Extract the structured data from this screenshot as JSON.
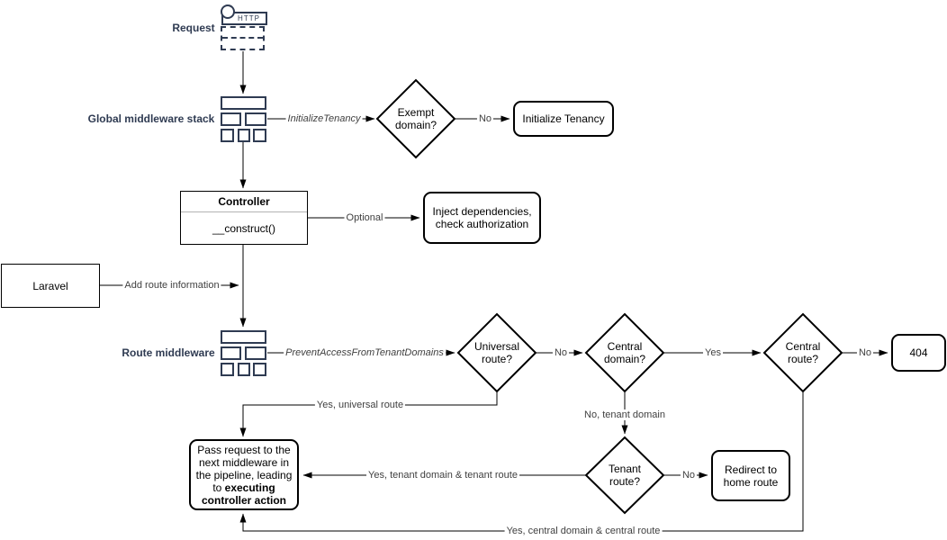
{
  "colors": {
    "navy": "#2F3B52",
    "node_text": "#000000",
    "edge_text": "#404040",
    "divider": "#B3B3B3",
    "line": "#000000"
  },
  "nodes": {
    "request": {
      "label": "Request",
      "icon_text": "HTTP"
    },
    "global_middleware": {
      "label": "Global middleware stack"
    },
    "exempt_domain": {
      "label": "Exempt domain?"
    },
    "initialize_tenancy": {
      "label": "Initialize Tenancy"
    },
    "controller": {
      "title": "Controller",
      "method": "__construct()"
    },
    "inject_dependencies": {
      "label": "Inject dependencies, check authorization"
    },
    "laravel": {
      "label": "Laravel"
    },
    "route_middleware": {
      "label": "Route middleware"
    },
    "universal_route": {
      "label": "Universal route?"
    },
    "central_domain": {
      "label": "Central domain?"
    },
    "central_route": {
      "label": "Central route?"
    },
    "not_found": {
      "label": "404"
    },
    "tenant_route": {
      "label": "Tenant route?"
    },
    "redirect_home": {
      "label": "Redirect to home route"
    },
    "pass_request": {
      "text_normal": "Pass request to the next middleware in the pipeline, leading to ",
      "text_bold": "executing controller action"
    }
  },
  "edges": {
    "initialize_tenancy_label": "InitializeTenancy",
    "exempt_no": "No",
    "optional": "Optional",
    "add_route_info": "Add route information",
    "prevent_access_label": "PreventAccessFromTenantDomains",
    "universal_no": "No",
    "central_domain_yes": "Yes",
    "central_route_no": "No",
    "universal_yes": "Yes, universal route",
    "tenant_domain_no": "No, tenant domain",
    "tenant_route_no": "No",
    "tenant_yes": "Yes, tenant domain & tenant route",
    "central_yes": "Yes, central domain & central route"
  }
}
